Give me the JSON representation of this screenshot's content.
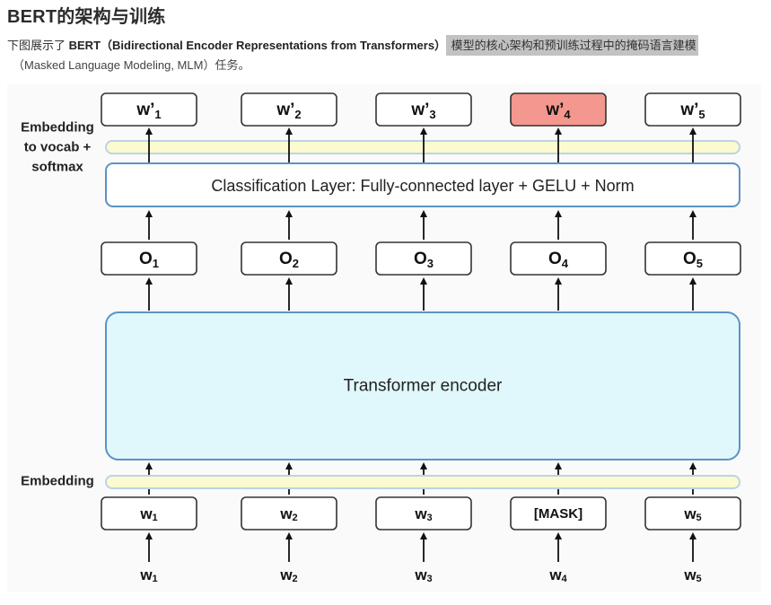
{
  "title": "BERT的架构与训练",
  "intro": {
    "prefix": "下图展示了 ",
    "bold": "BERT（Bidirectional Encoder Representations from Transformers）",
    "highlight": " 模型的核心架构和预训练过程中的掩码语言建模",
    "line2": "（Masked Language Modeling, MLM）任务。"
  },
  "diagram": {
    "side_labels": {
      "top": [
        "Embedding",
        "to vocab +",
        "softmax"
      ],
      "embedding": "Embedding"
    },
    "classification_layer": "Classification Layer: Fully-connected layer + GELU + Norm",
    "encoder": "Transformer encoder",
    "outputs_top": [
      {
        "base": "w’",
        "sub": "1"
      },
      {
        "base": "w’",
        "sub": "2"
      },
      {
        "base": "w’",
        "sub": "3"
      },
      {
        "base": "w’",
        "sub": "4"
      },
      {
        "base": "w’",
        "sub": "5"
      }
    ],
    "hidden_outputs": [
      {
        "base": "O",
        "sub": "1"
      },
      {
        "base": "O",
        "sub": "2"
      },
      {
        "base": "O",
        "sub": "3"
      },
      {
        "base": "O",
        "sub": "4"
      },
      {
        "base": "O",
        "sub": "5"
      }
    ],
    "input_tokens": [
      {
        "base": "w",
        "sub": "1"
      },
      {
        "base": "w",
        "sub": "2"
      },
      {
        "base": "w",
        "sub": "3"
      },
      {
        "base": "[MASK]",
        "sub": ""
      },
      {
        "base": "w",
        "sub": "5"
      }
    ],
    "raw_inputs": [
      {
        "base": "w",
        "sub": "1"
      },
      {
        "base": "w",
        "sub": "2"
      },
      {
        "base": "w",
        "sub": "3"
      },
      {
        "base": "w",
        "sub": "4"
      },
      {
        "base": "w",
        "sub": "5"
      }
    ],
    "highlight_index": 3,
    "colors": {
      "highlight_fill": "#f4978e",
      "encoder_fill": "#e0f8fb",
      "layer_stroke": "#5b93c6",
      "embedding_bar_fill": "#fbfbcf",
      "embedding_bar_stroke": "#bcd3e4"
    }
  }
}
